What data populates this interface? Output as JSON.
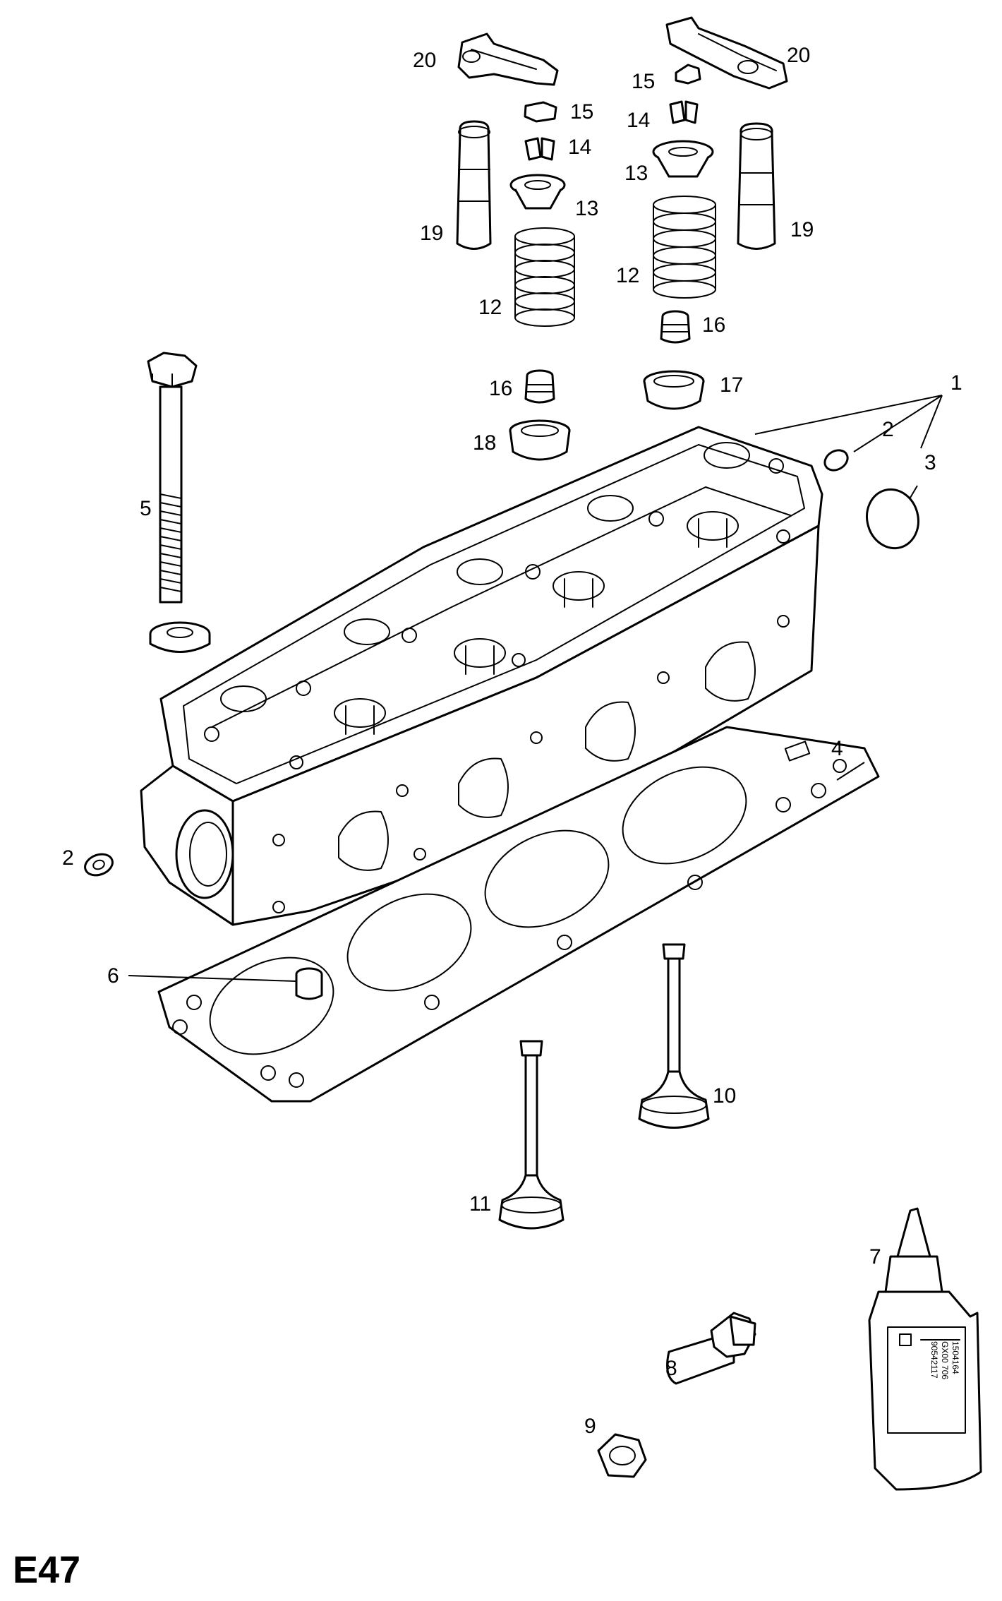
{
  "diagram": {
    "page_code": "E47",
    "callouts": [
      {
        "id": "c20a",
        "text": "20"
      },
      {
        "id": "c20b",
        "text": "20"
      },
      {
        "id": "c15a",
        "text": "15"
      },
      {
        "id": "c15b",
        "text": "15"
      },
      {
        "id": "c14a",
        "text": "14"
      },
      {
        "id": "c14b",
        "text": "14"
      },
      {
        "id": "c13a",
        "text": "13"
      },
      {
        "id": "c13b",
        "text": "13"
      },
      {
        "id": "c19a",
        "text": "19"
      },
      {
        "id": "c19b",
        "text": "19"
      },
      {
        "id": "c12a",
        "text": "12"
      },
      {
        "id": "c12b",
        "text": "12"
      },
      {
        "id": "c16a",
        "text": "16"
      },
      {
        "id": "c16b",
        "text": "16"
      },
      {
        "id": "c17",
        "text": "17"
      },
      {
        "id": "c18",
        "text": "18"
      },
      {
        "id": "c1",
        "text": "1"
      },
      {
        "id": "c2a",
        "text": "2"
      },
      {
        "id": "c2b",
        "text": "2"
      },
      {
        "id": "c3",
        "text": "3"
      },
      {
        "id": "c4",
        "text": "4"
      },
      {
        "id": "c5",
        "text": "5"
      },
      {
        "id": "c6",
        "text": "6"
      },
      {
        "id": "c7",
        "text": "7"
      },
      {
        "id": "c8",
        "text": "8"
      },
      {
        "id": "c9",
        "text": "9"
      },
      {
        "id": "c10",
        "text": "10"
      },
      {
        "id": "c11",
        "text": "11"
      }
    ],
    "bottle_label_lines": [
      "90542117",
      "GX00 706",
      "1504164"
    ]
  }
}
